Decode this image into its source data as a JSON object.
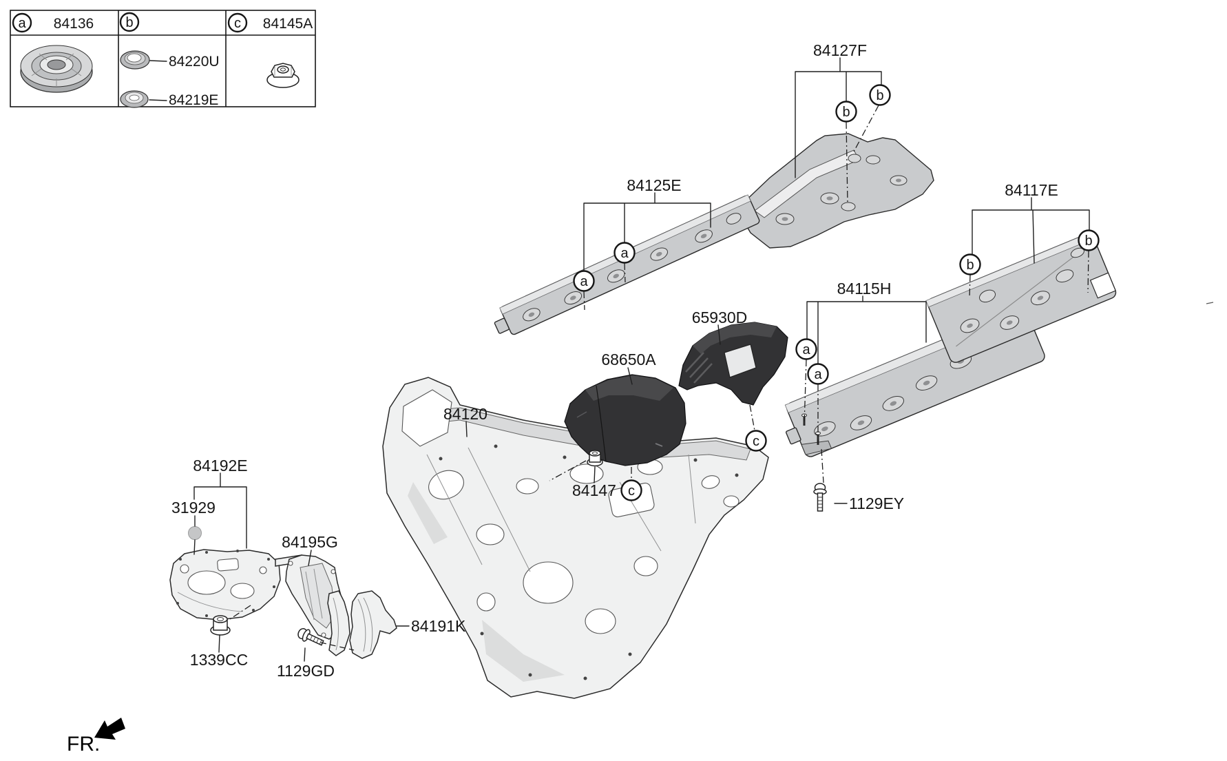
{
  "legend": {
    "cells": [
      {
        "letter": "a",
        "part_no": "84136"
      },
      {
        "letter": "b",
        "sub_parts": [
          {
            "part_no": "84220U"
          },
          {
            "part_no": "84219E"
          }
        ]
      },
      {
        "letter": "c",
        "part_no": "84145A"
      }
    ]
  },
  "parts": {
    "p84127F": "84127F",
    "p84125E": "84125E",
    "p84117E": "84117E",
    "p84115H": "84115H",
    "p65930D": "65930D",
    "p68650A": "68650A",
    "p84120": "84120",
    "p84147": "84147",
    "p84192E": "84192E",
    "p31929": "31929",
    "p84195G": "84195G",
    "p84191K": "84191K",
    "p1339CC": "1339CC",
    "p1129GD": "1129GD",
    "p1129EY": "1129EY"
  },
  "callout_letters": {
    "a": "a",
    "b": "b",
    "c": "c"
  },
  "orientation": {
    "fr_label": "FR."
  },
  "colors": {
    "line": "#1f1f1f",
    "panel_fill": "#c9cbcd",
    "dark_part_fill": "#323234",
    "light_part_fill": "#f0f1f1",
    "clip_fill": "#c5c6c7"
  }
}
